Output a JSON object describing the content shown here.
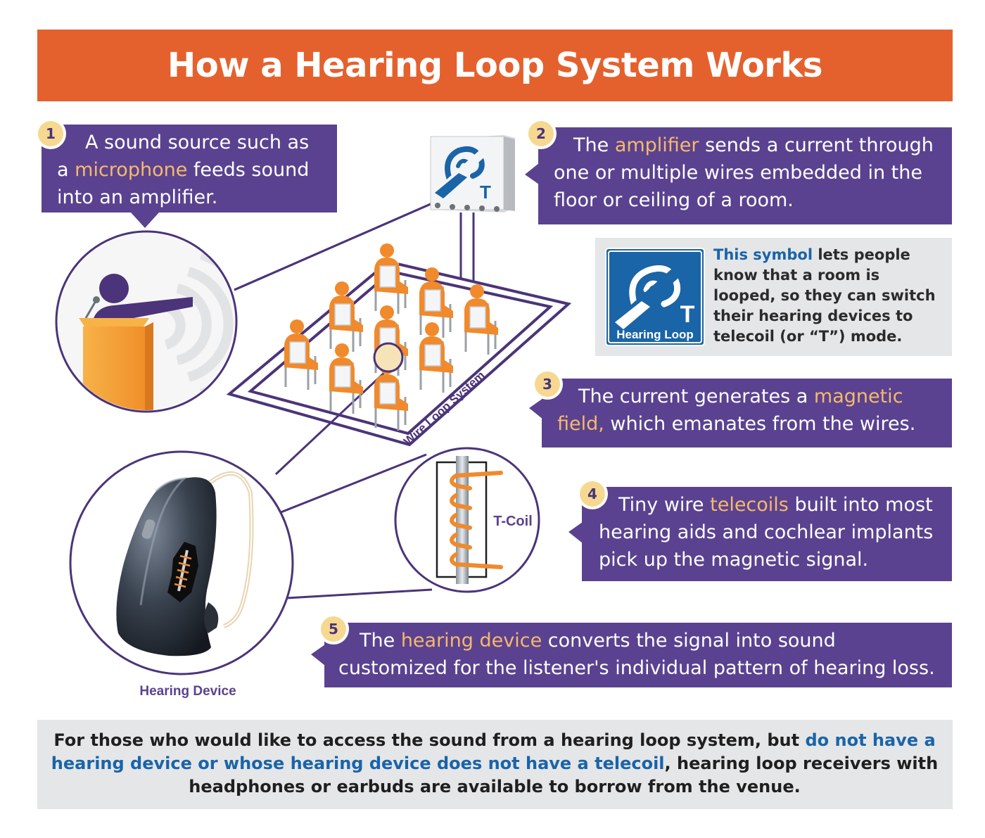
{
  "header": {
    "title": "How a Hearing Loop System Works"
  },
  "steps": [
    {
      "num": "1",
      "parts": [
        "A sound source such as a ",
        "microphone",
        " feeds sound into an amplifier."
      ]
    },
    {
      "num": "2",
      "parts": [
        "The ",
        "amplifier",
        " sends a current through one or multiple wires embedded in the floor or ceiling of a room."
      ]
    },
    {
      "num": "3",
      "parts": [
        "The current generates a ",
        "magnetic field,",
        " which emanates from the wires."
      ]
    },
    {
      "num": "4",
      "parts": [
        "Tiny wire ",
        "telecoils",
        " built into most hearing aids and cochlear implants pick up the magnetic signal."
      ]
    },
    {
      "num": "5",
      "parts": [
        "The ",
        "hearing device",
        " converts the signal into sound customized for the listener's individual pattern of hearing loss."
      ]
    }
  ],
  "symbol_panel": {
    "badge_label": "Hearing Loop",
    "badge_letter": "T",
    "text_highlight": "This symbol",
    "text_rest": " lets people know that a room is looped, so they can switch their hearing devices to telecoil (or “T”) mode."
  },
  "diagram": {
    "wire_loop_label": "Wire Loop System",
    "tcoil_label": "T-Coil",
    "device_label": "Hearing Device",
    "amplifier_letter": "T"
  },
  "footer": {
    "part1": "For those who would like to access the sound from a hearing loop system, but ",
    "highlight": "do not have a hearing device or whose hearing device does not have a telecoil",
    "part2": ", hearing loop receivers with headphones or earbuds are available to borrow from the venue."
  },
  "colors": {
    "header_bg": "#e4612e",
    "callout_bg": "#5a4290",
    "highlight": "#f6b96b",
    "badge_bg": "#f7d891",
    "loop_blue": "#1a64a8",
    "seat_orange": "#f08a2c",
    "panel_gray": "#e5e6e8"
  },
  "icons": [
    "ear-loop-icon",
    "microphone-icon",
    "speaker-person-icon",
    "hearing-aid-icon",
    "coil-icon",
    "chair-icon"
  ]
}
